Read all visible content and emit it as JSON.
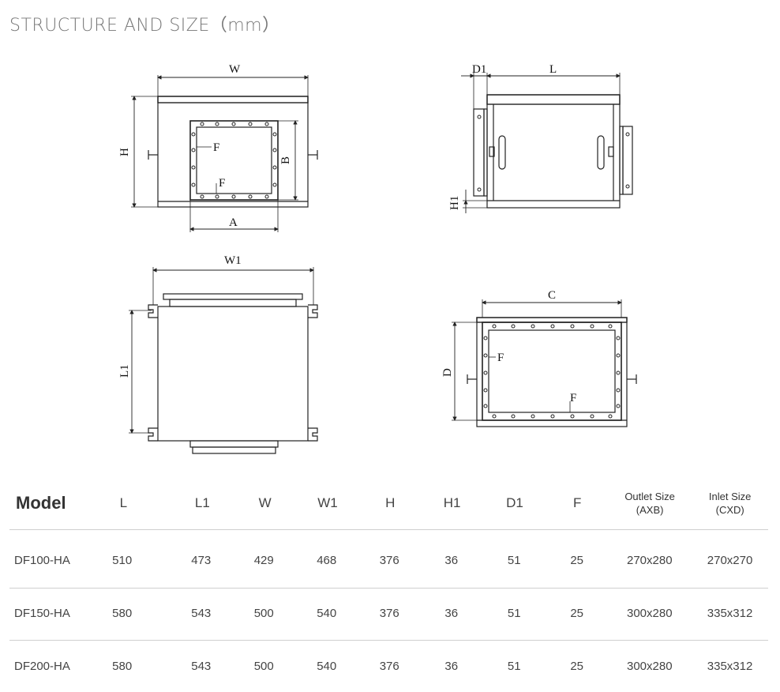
{
  "page_title": "STRUCTURE AND SIZE（mm）",
  "drawing_labels": {
    "W": "W",
    "H": "H",
    "A": "A",
    "B": "B",
    "F": "F",
    "D1": "D1",
    "L": "L",
    "H1": "H1",
    "W1": "W1",
    "L1": "L1",
    "C": "C",
    "D": "D"
  },
  "table": {
    "header": {
      "model": "Model",
      "L": "L",
      "L1": "L1",
      "W": "W",
      "W1": "W1",
      "H": "H",
      "H1": "H1",
      "D1": "D1",
      "F": "F",
      "outlet": "Outlet Size",
      "outlet_sub": "(AXB)",
      "inlet": "Inlet Size",
      "inlet_sub": "(CXD)"
    },
    "rows": [
      {
        "model": "DF100-HA",
        "L": "510",
        "L1": "473",
        "W": "429",
        "W1": "468",
        "H": "376",
        "H1": "36",
        "D1": "51",
        "F": "25",
        "outlet": "270x280",
        "inlet": "270x270"
      },
      {
        "model": "DF150-HA",
        "L": "580",
        "L1": "543",
        "W": "500",
        "W1": "540",
        "H": "376",
        "H1": "36",
        "D1": "51",
        "F": "25",
        "outlet": "300x280",
        "inlet": "335x312"
      },
      {
        "model": "DF200-HA",
        "L": "580",
        "L1": "543",
        "W": "500",
        "W1": "540",
        "H": "376",
        "H1": "36",
        "D1": "51",
        "F": "25",
        "outlet": "300x280",
        "inlet": "335x312"
      }
    ]
  }
}
